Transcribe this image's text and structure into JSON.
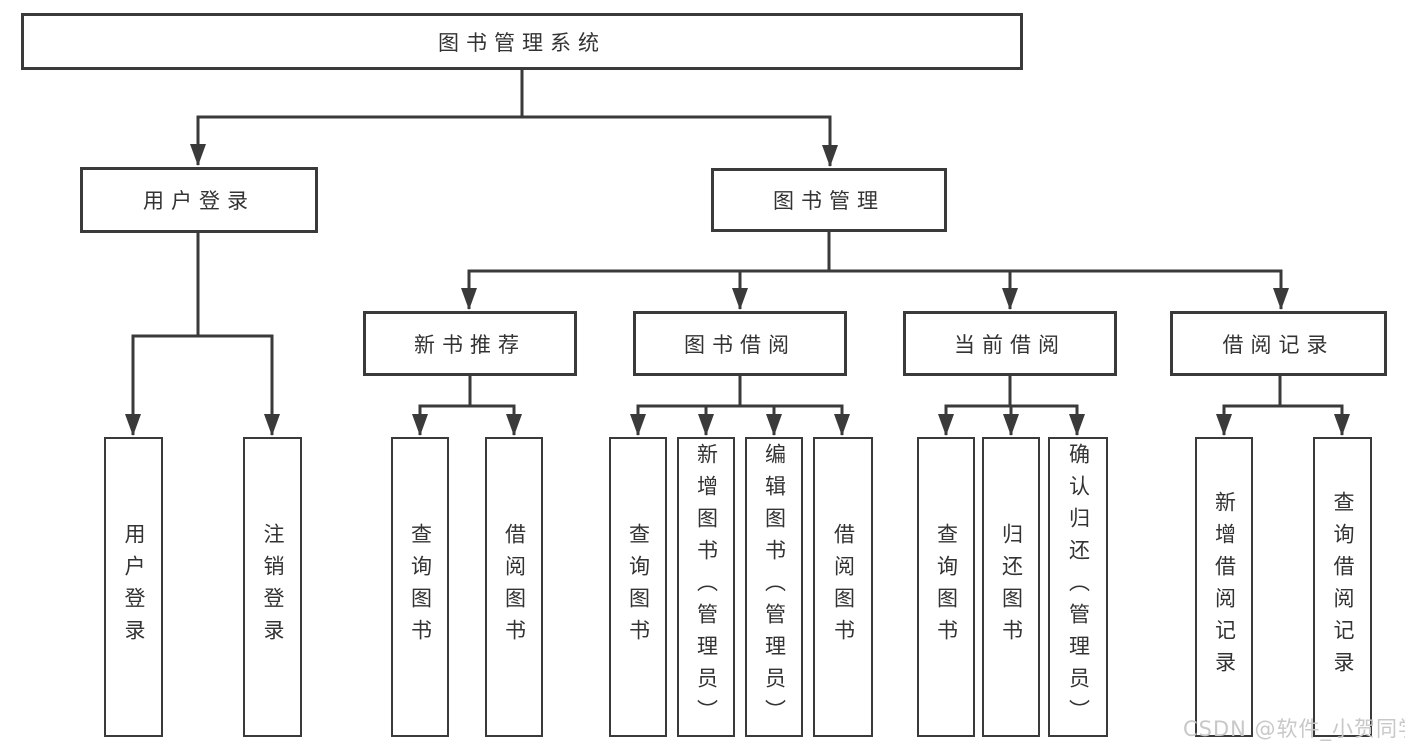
{
  "theme": {
    "bg": "#ffffff",
    "line": "#3a3a3a",
    "text": "#333333",
    "watermark_color": "#c8c8c8"
  },
  "watermark": {
    "text": "CSDN @软件_小贺同学"
  },
  "tree": {
    "root": {
      "label": "图书管理系统"
    },
    "level2": {
      "user_login": {
        "label": "用户登录"
      },
      "book_management": {
        "label": "图书管理"
      }
    },
    "level3": {
      "new_book_recommend": {
        "label": "新书推荐"
      },
      "book_borrow": {
        "label": "图书借阅"
      },
      "current_borrow": {
        "label": "当前借阅"
      },
      "borrow_records": {
        "label": "借阅记录"
      }
    },
    "leaves": {
      "user_login": [
        "用户登录",
        "注销登录"
      ],
      "new_book_recommend": [
        "查询图书",
        "借阅图书"
      ],
      "book_borrow": [
        "查询图书",
        "新增图书（管理员）",
        "编辑图书（管理员）",
        "借阅图书"
      ],
      "current_borrow": [
        "查询图书",
        "归还图书",
        "确认归还（管理员）"
      ],
      "borrow_records": [
        "新增借阅记录",
        "查询借阅记录"
      ]
    }
  }
}
